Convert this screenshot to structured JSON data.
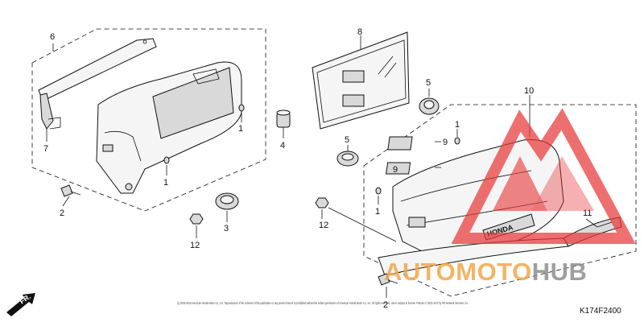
{
  "diagram": {
    "figure_code": "K174F2400",
    "direction_label": "FR.",
    "copyright": "(c) 2002-2019 American Honda Motor Co., Inc. Reproduction of the contents of this publication or any portion thereof is prohibited without the written permission of American Honda Motor Co., Inc. All rights reserved. Use is subject to license. Portions © 2001-2017 by ARI Network Services, Inc.",
    "watermark": {
      "part1": "AUTO",
      "part2": "MOTO",
      "part3": "HUB"
    },
    "tank_badge": "HONDA",
    "callouts": {
      "c1a": "1",
      "c1b": "1",
      "c1c": "1",
      "c1d": "1",
      "c2a": "2",
      "c2b": "2",
      "c3": "3",
      "c4": "4",
      "c5a": "5",
      "c5b": "5",
      "c6": "6",
      "c7": "7",
      "c8": "8",
      "c9a": "9",
      "c9b": "9",
      "c10": "10",
      "c11": "11",
      "c12a": "12",
      "c12b": "12"
    }
  }
}
